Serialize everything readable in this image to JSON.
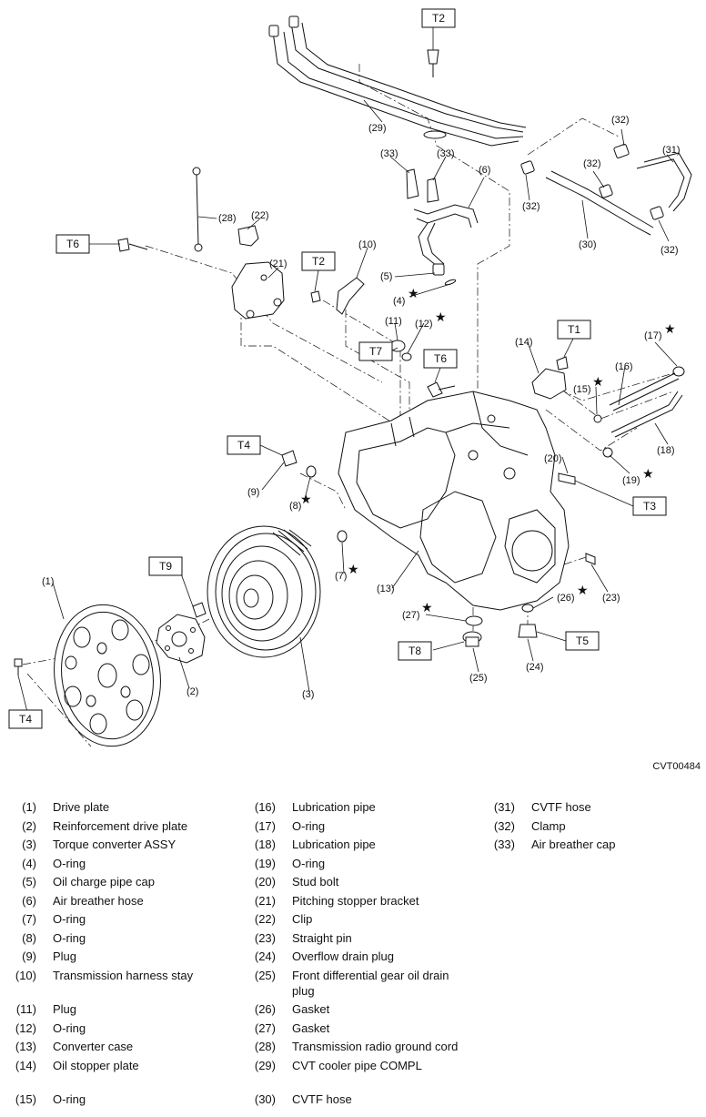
{
  "code": "CVT00484",
  "torque_boxes": {
    "t2_top": "T2",
    "t6_left": "T6",
    "t2_mid": "T2",
    "t1": "T1",
    "t7": "T7",
    "t6_mid": "T6",
    "t4_mid": "T4",
    "t3": "T3",
    "t9": "T9",
    "t8": "T8",
    "t5": "T5",
    "t4_left": "T4"
  },
  "callouts": {
    "c1": "(1)",
    "c2": "(2)",
    "c3": "(3)",
    "c4": "(4)",
    "c5": "(5)",
    "c6": "(6)",
    "c7": "(7)",
    "c8": "(8)",
    "c9": "(9)",
    "c10": "(10)",
    "c11": "(11)",
    "c12": "(12)",
    "c13": "(13)",
    "c14": "(14)",
    "c15": "(15)",
    "c16": "(16)",
    "c17": "(17)",
    "c18": "(18)",
    "c19": "(19)",
    "c20": "(20)",
    "c21": "(21)",
    "c22": "(22)",
    "c23": "(23)",
    "c24": "(24)",
    "c25": "(25)",
    "c26": "(26)",
    "c27": "(27)",
    "c28": "(28)",
    "c29": "(29)",
    "c30": "(30)",
    "c31": "(31)",
    "c32a": "(32)",
    "c32b": "(32)",
    "c32c": "(32)",
    "c32d": "(32)",
    "c33a": "(33)",
    "c33b": "(33)"
  },
  "star_symbol": "★",
  "legend": [
    {
      "num": "(1)",
      "name": "Drive plate"
    },
    {
      "num": "(2)",
      "name": "Reinforcement drive plate"
    },
    {
      "num": "(3)",
      "name": "Torque converter ASSY"
    },
    {
      "num": "(4)",
      "name": "O-ring"
    },
    {
      "num": "(5)",
      "name": "Oil charge pipe cap"
    },
    {
      "num": "(6)",
      "name": "Air breather hose"
    },
    {
      "num": "(7)",
      "name": "O-ring"
    },
    {
      "num": "(8)",
      "name": "O-ring"
    },
    {
      "num": "(9)",
      "name": "Plug"
    },
    {
      "num": "(10)",
      "name": "Transmission harness stay"
    },
    {
      "num": "(11)",
      "name": "Plug"
    },
    {
      "num": "(12)",
      "name": "O-ring"
    },
    {
      "num": "(13)",
      "name": "Converter case"
    },
    {
      "num": "(14)",
      "name": "Oil stopper plate"
    },
    {
      "num": "(15)",
      "name": "O-ring"
    },
    {
      "num": "(16)",
      "name": "Lubrication pipe"
    },
    {
      "num": "(17)",
      "name": "O-ring"
    },
    {
      "num": "(18)",
      "name": "Lubrication pipe"
    },
    {
      "num": "(19)",
      "name": "O-ring"
    },
    {
      "num": "(20)",
      "name": "Stud bolt"
    },
    {
      "num": "(21)",
      "name": "Pitching stopper bracket"
    },
    {
      "num": "(22)",
      "name": "Clip"
    },
    {
      "num": "(23)",
      "name": "Straight pin"
    },
    {
      "num": "(24)",
      "name": "Overflow drain plug"
    },
    {
      "num": "(25)",
      "name": "Front differential gear oil drain plug"
    },
    {
      "num": "(26)",
      "name": "Gasket"
    },
    {
      "num": "(27)",
      "name": "Gasket"
    },
    {
      "num": "(28)",
      "name": "Transmission radio ground cord"
    },
    {
      "num": "(29)",
      "name": "CVT cooler pipe COMPL"
    },
    {
      "num": "(30)",
      "name": "CVTF hose"
    },
    {
      "num": "(31)",
      "name": "CVTF hose"
    },
    {
      "num": "(32)",
      "name": "Clamp"
    },
    {
      "num": "(33)",
      "name": "Air breather cap"
    }
  ]
}
